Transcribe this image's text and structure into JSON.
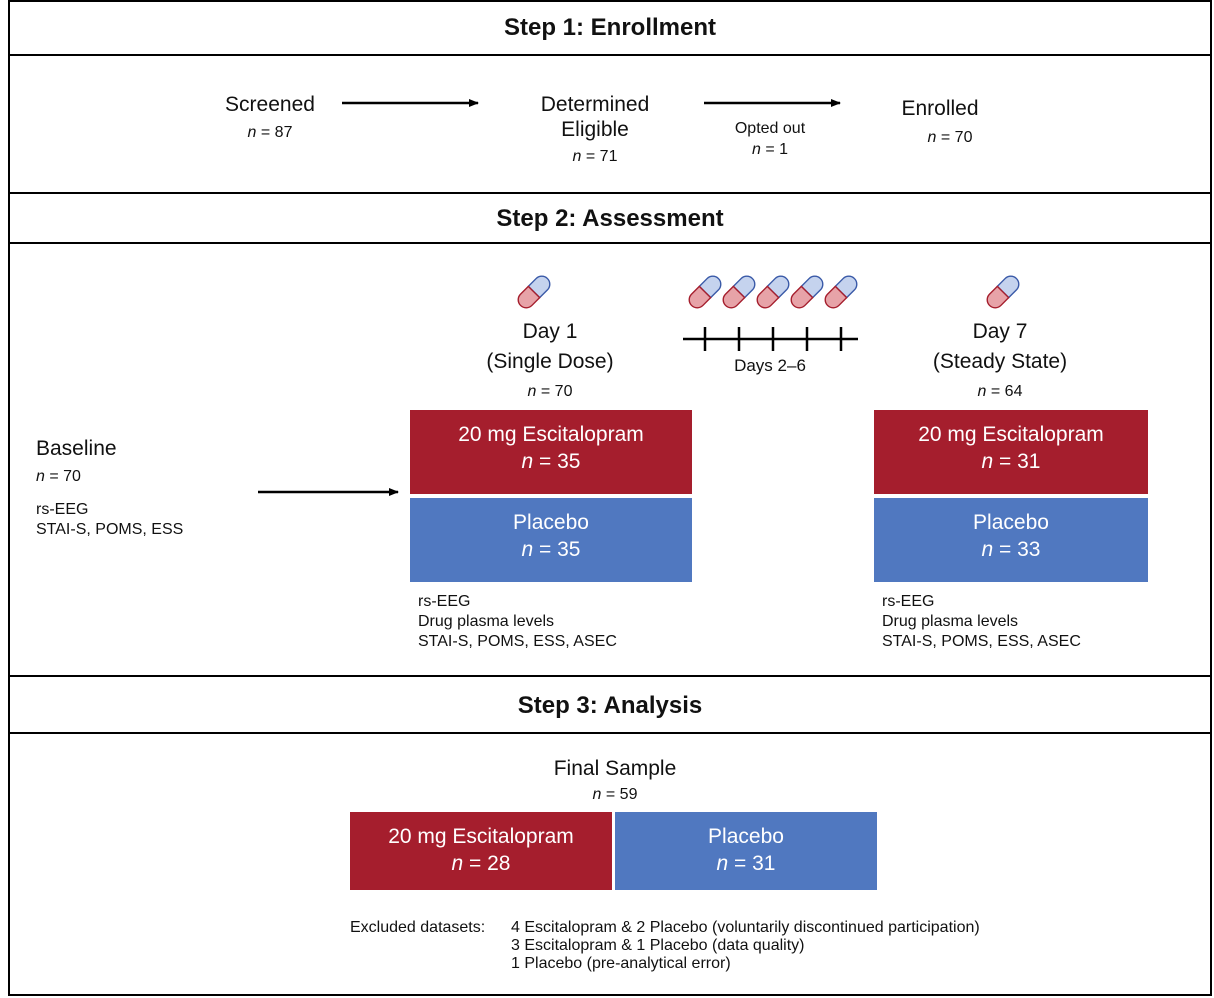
{
  "step1": {
    "title": "Step 1: Enrollment",
    "screened": {
      "label": "Screened",
      "n": "87"
    },
    "eligible": {
      "label_line1": "Determined",
      "label_line2": "Eligible",
      "n": "71"
    },
    "opted_out": {
      "label": "Opted out",
      "n": "1"
    },
    "enrolled": {
      "label": "Enrolled",
      "n": "70"
    }
  },
  "step2": {
    "title": "Step 2: Assessment",
    "baseline": {
      "label": "Baseline",
      "n": "70",
      "measures": [
        "rs-EEG",
        "STAI-S, POMS, ESS"
      ]
    },
    "day1": {
      "label": "Day 1",
      "sublabel": "(Single Dose)",
      "n": "70",
      "drug": {
        "label": "20 mg Escitalopram",
        "n": "35"
      },
      "placebo": {
        "label": "Placebo",
        "n": "35"
      },
      "measures": [
        "rs-EEG",
        "Drug plasma levels",
        "STAI-S, POMS, ESS, ASEC"
      ]
    },
    "days_2_6": {
      "label": "Days 2–6",
      "pills": 5
    },
    "day7": {
      "label": "Day 7",
      "sublabel": "(Steady State)",
      "n": "64",
      "drug": {
        "label": "20 mg Escitalopram",
        "n": "31"
      },
      "placebo": {
        "label": "Placebo",
        "n": "33"
      },
      "measures": [
        "rs-EEG",
        "Drug plasma levels",
        "STAI-S, POMS, ESS, ASEC"
      ]
    }
  },
  "step3": {
    "title": "Step 3: Analysis",
    "final": {
      "label": "Final Sample",
      "n": "59"
    },
    "drug": {
      "label": "20 mg Escitalopram",
      "n": "28"
    },
    "placebo": {
      "label": "Placebo",
      "n": "31"
    },
    "excluded_label": "Excluded datasets:",
    "excluded": [
      "4 Escitalopram & 2 Placebo (voluntarily discontinued participation)",
      "3 Escitalopram & 1 Placebo (data quality)",
      "1 Placebo (pre-analytical error)"
    ]
  },
  "n_symbol": "n",
  "colors": {
    "drug": "#a51e2d",
    "placebo": "#5078c0",
    "pill_red": "#e7a3a8",
    "pill_blue": "#c5d3ee"
  }
}
